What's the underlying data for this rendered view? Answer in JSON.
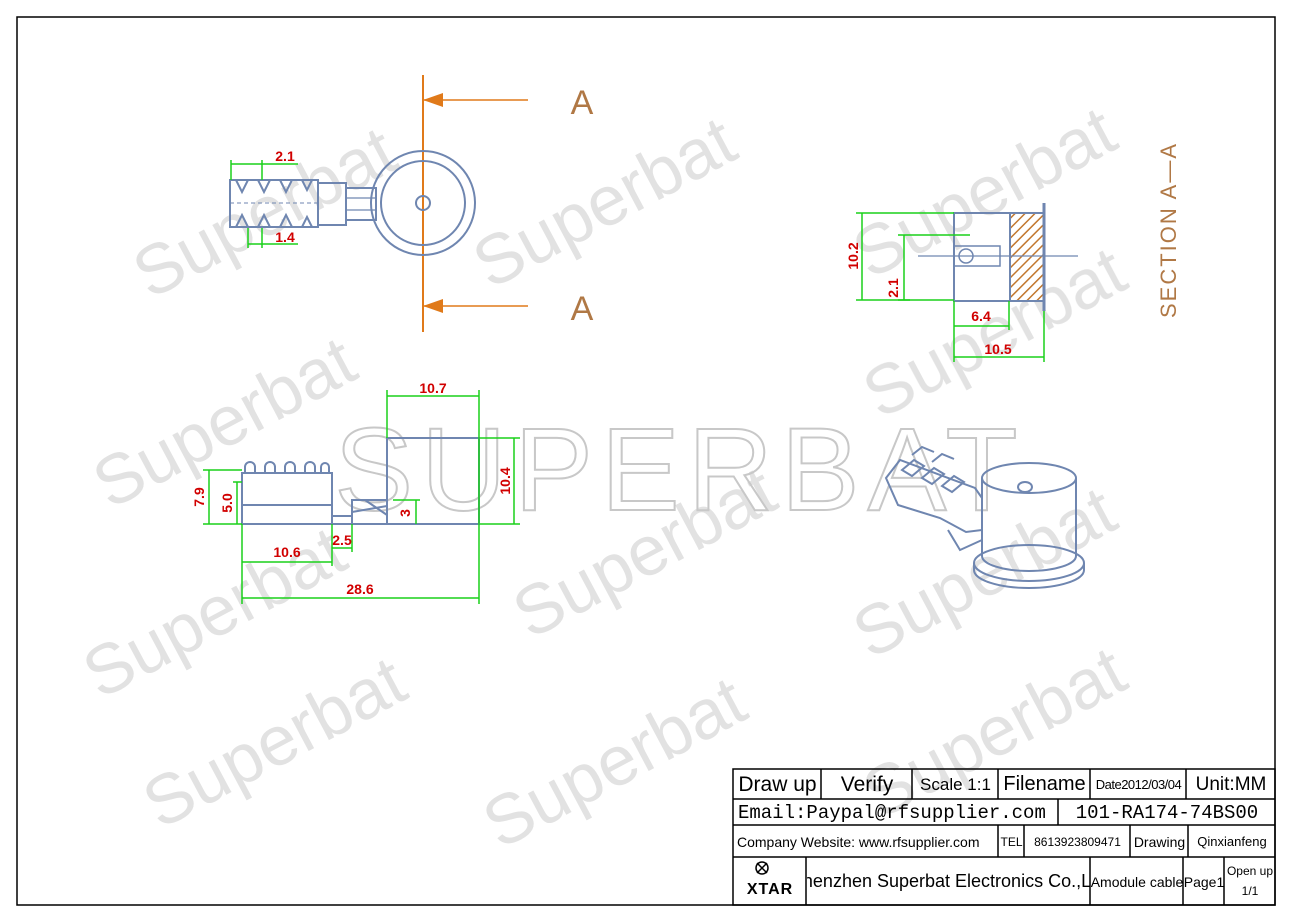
{
  "watermark": {
    "brand": "SUPERBAT",
    "repeat_text": "Superbat"
  },
  "section_markers": {
    "cut_label_top": "A",
    "cut_label_bottom": "A",
    "section_title": "SECTION A—A"
  },
  "dimensions": {
    "top_view": {
      "pin_pitch_top": "2.1",
      "pin_pitch_bottom": "1.4"
    },
    "side_view": {
      "width_top": "10.7",
      "height_right": "10.4",
      "height_left_outer": "7.9",
      "height_left_inner": "5.0",
      "tab_height": "3",
      "gap": "2.5",
      "left_length": "10.6",
      "overall_length": "28.6"
    },
    "section_view": {
      "height": "10.2",
      "center_height": "2.1",
      "inner_width": "6.4",
      "outer_width": "10.5"
    }
  },
  "title_block": {
    "draw_up": "Draw up",
    "verify": "Verify",
    "scale": "Scale 1:1",
    "filename_label": "Filename",
    "date": "Date2012/03/04",
    "unit": "Unit:MM",
    "email": "Email:Paypal@rfsupplier.com",
    "part_number": "101-RA174-74BS00",
    "website": "Company Website:  www.rfsupplier.com",
    "tel_label": "TEL",
    "tel_number": "8613923809471",
    "drawing_label": "Drawing",
    "drawer": "Qinxianfeng",
    "logo_text": "XTAR",
    "company": "Shenzhen Superbat Electronics Co.,Ltd",
    "description": "Amodule cable",
    "page": "Page1",
    "open_up": "Open up",
    "open_up_pages": "1/1"
  },
  "colors": {
    "part_outline": "#6f86b0",
    "dimension_line": "#1ad11a",
    "dimension_text": "#d10000",
    "section_text": "#b07845",
    "hatch": "#c2772e"
  }
}
